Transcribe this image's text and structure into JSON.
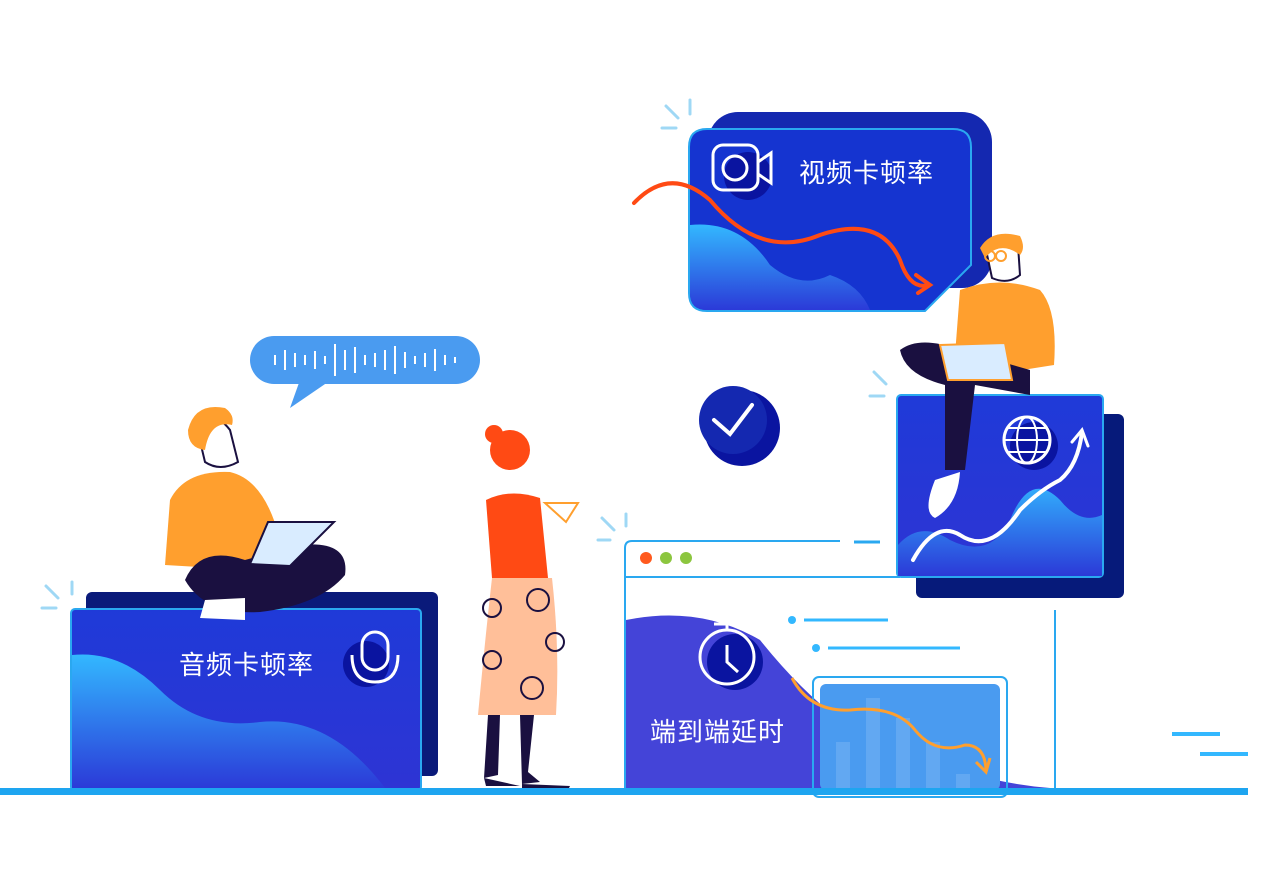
{
  "cards": {
    "video": {
      "label": "视频卡顿率",
      "icon": "video-camera-icon"
    },
    "audio": {
      "label": "音频卡顿率",
      "icon": "microphone-icon"
    },
    "latency": {
      "label": "端到端延时",
      "icon": "stopwatch-icon"
    },
    "network": {
      "icon": "globe-icon"
    }
  },
  "colors": {
    "primary_blue": "#1534d0",
    "dark_navy": "#0a1a7a",
    "accent_cyan": "#2aa8f0",
    "orange": "#ff9f2e",
    "red_orange": "#ff4a14",
    "purple": "#4444d8"
  }
}
